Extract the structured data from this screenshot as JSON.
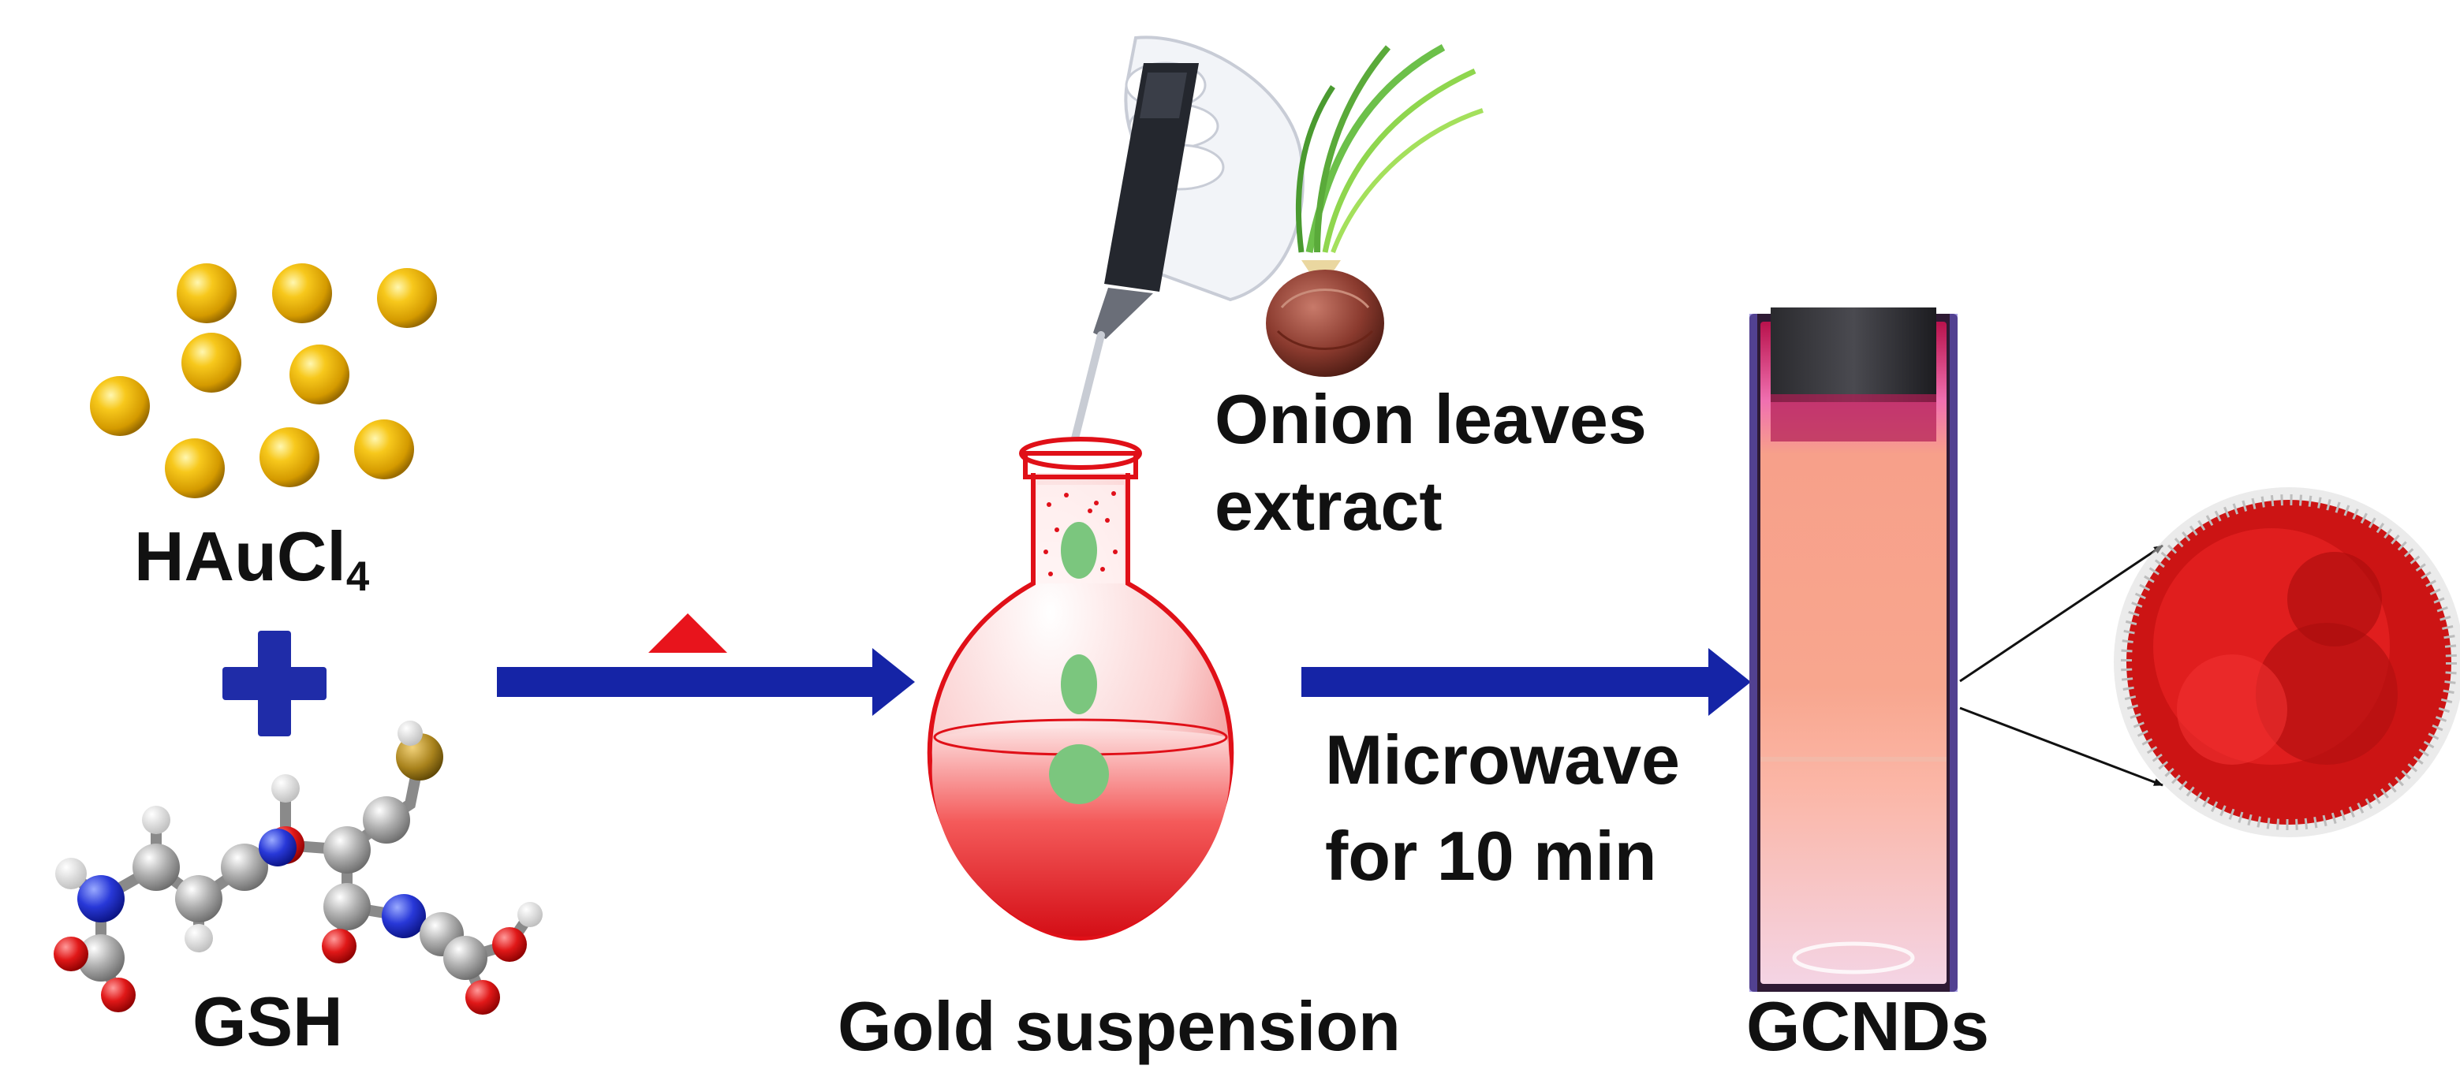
{
  "labels": {
    "reagent_gold": "HAuCl",
    "reagent_gold_sub": "4",
    "reagent_ligand": "GSH",
    "extract_line1": "Onion leaves",
    "extract_line2": "extract",
    "condition_line1": "Microwave",
    "condition_line2": "for 10 min",
    "intermediate": "Gold suspension",
    "product": "GCNDs"
  },
  "symbols": {
    "plus": "plus-sign",
    "heat": "heat-triangle",
    "arrows": [
      "reaction-arrow-1",
      "reaction-arrow-2",
      "zoom-pointer-lines"
    ]
  },
  "colors": {
    "arrow": "#1524a6",
    "plus": "#1f2ca8",
    "heat": "#e8141c",
    "gold": "#f2b705",
    "flask_red": "#ec1c24",
    "droplet_green": "#7bc67e",
    "product_red": "#d21414",
    "fluorescence": "#f7a48e"
  }
}
